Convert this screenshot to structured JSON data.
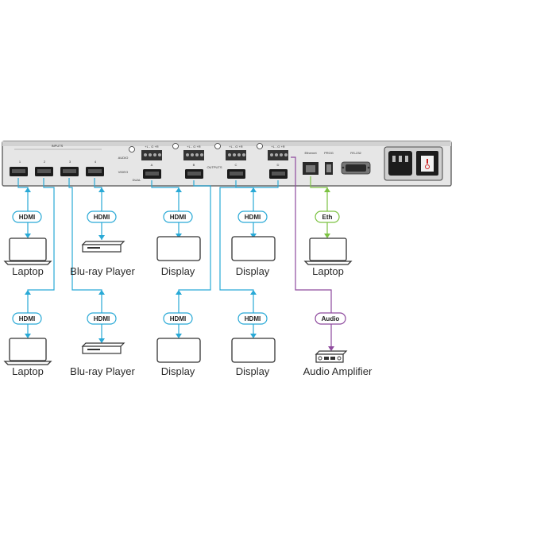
{
  "colors": {
    "hdmi_line": "#29a9d6",
    "eth_line": "#7cc242",
    "audio_line": "#8e4a9e",
    "panel_fill": "#e6e6e6",
    "panel_stroke": "#6a6a6a"
  },
  "panel": {
    "inputs_label": "INPUTS",
    "input_numbers": [
      "1",
      "2",
      "3",
      "4"
    ],
    "audio_label": "AUDIO",
    "video_label": "VIDEO",
    "dual_label": "DUAL",
    "outputs_label": "OUTPUTS",
    "output_letters": [
      "A",
      "B",
      "C",
      "D"
    ],
    "terminal_label": "+L - G +R",
    "ethernet_label": "Ethernet",
    "prog_label": "PROG",
    "rs232_label": "RS-232"
  },
  "badges": {
    "hdmi": "HDMI",
    "eth": "Eth",
    "audio": "Audio"
  },
  "devices": {
    "laptop": "Laptop",
    "bluray": "Blu-ray Player",
    "display": "Display",
    "amplifier": "Audio Amplifier"
  }
}
